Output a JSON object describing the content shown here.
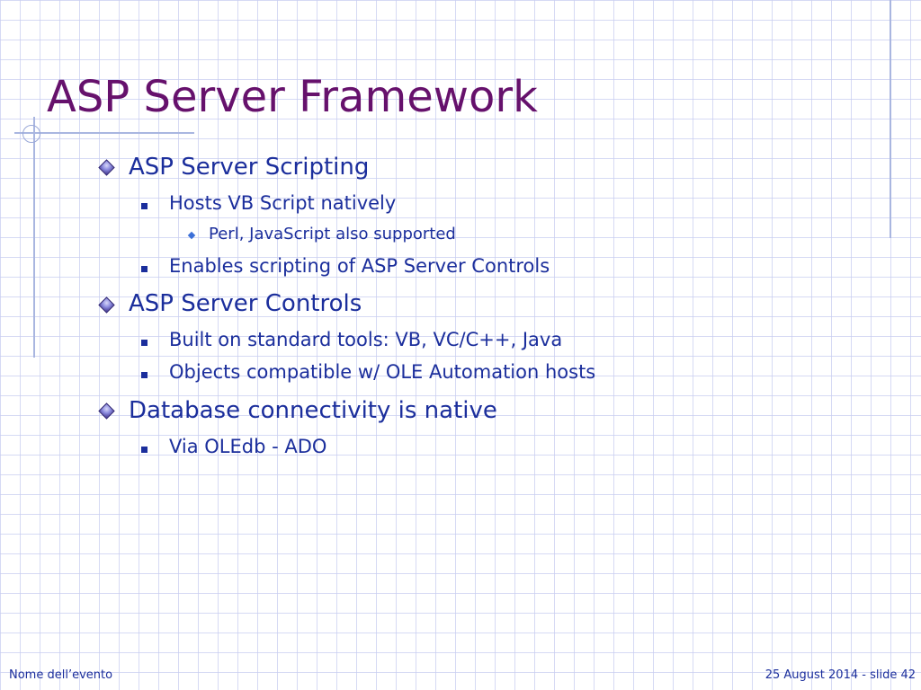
{
  "slide": {
    "title": "ASP Server Framework",
    "bullets": [
      {
        "text": "ASP Server Scripting",
        "marker": "diamond-bullet-icon",
        "children": [
          {
            "text": "Hosts VB Script natively",
            "marker": "square-bullet-icon",
            "children": [
              {
                "text": "Perl, JavaScript also supported",
                "marker": "small-diamond-bullet-icon"
              }
            ]
          },
          {
            "text": "Enables scripting of ASP Server Controls",
            "marker": "square-bullet-icon"
          }
        ]
      },
      {
        "text": "ASP Server Controls",
        "marker": "diamond-bullet-icon",
        "children": [
          {
            "text": "Built on standard tools:  VB, VC/C++, Java",
            "marker": "square-bullet-icon"
          },
          {
            "text": "Objects compatible w/ OLE Automation hosts",
            "marker": "square-bullet-icon"
          }
        ]
      },
      {
        "text": "Database connectivity is native",
        "marker": "diamond-bullet-icon",
        "children": [
          {
            "text": "Via OLEdb - ADO",
            "marker": "square-bullet-icon"
          }
        ]
      }
    ]
  },
  "footer": {
    "event_name": "Nome dell’evento",
    "date_slide": "25 August 2014 - slide 42"
  },
  "colors": {
    "title": "#66116c",
    "body_text": "#1b2e9c",
    "grid": "#c8cdf0",
    "decoration": "#a9b6e0"
  }
}
